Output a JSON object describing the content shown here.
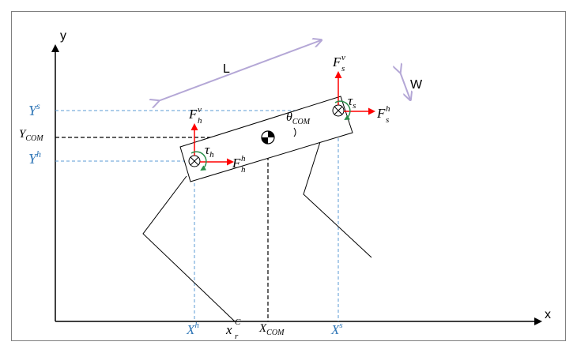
{
  "axes": {
    "x_label": "x",
    "y_label": "y"
  },
  "dimensions": {
    "length_label": "L",
    "width_label": "W"
  },
  "y_levels": {
    "ys": {
      "base": "Y",
      "sup": "s"
    },
    "ycom": {
      "base": "Y",
      "sub": "COM"
    },
    "yh": {
      "base": "Y",
      "sup": "h"
    }
  },
  "x_levels": {
    "xh": {
      "base": "X",
      "sup": "h"
    },
    "xrc": {
      "base": "x",
      "sup": "C",
      "sub": "r"
    },
    "xcom": {
      "base": "X",
      "sub": "COM"
    },
    "xs": {
      "base": "X",
      "sup": "s"
    }
  },
  "forces": {
    "fsv": {
      "base": "F",
      "sub": "s",
      "sup": "v"
    },
    "fsh": {
      "base": "F",
      "sub": "s",
      "sup": "h"
    },
    "fhv": {
      "base": "F",
      "sub": "h",
      "sup": "v"
    },
    "fhh": {
      "base": "F",
      "sub": "h",
      "sup": "h"
    }
  },
  "torques": {
    "taus": {
      "base": "τ",
      "sub": "s"
    },
    "tauh": {
      "base": "τ",
      "sub": "h"
    }
  },
  "angle": {
    "base": "θ",
    "sub": "COM"
  },
  "colors": {
    "force_arrow": "#ff0000",
    "dimension_arrow": "#b4a7d6",
    "guide_blue": "#5b9bd5",
    "label_blue": "#2e75b6",
    "torque_arc": "#2a8f4a"
  }
}
